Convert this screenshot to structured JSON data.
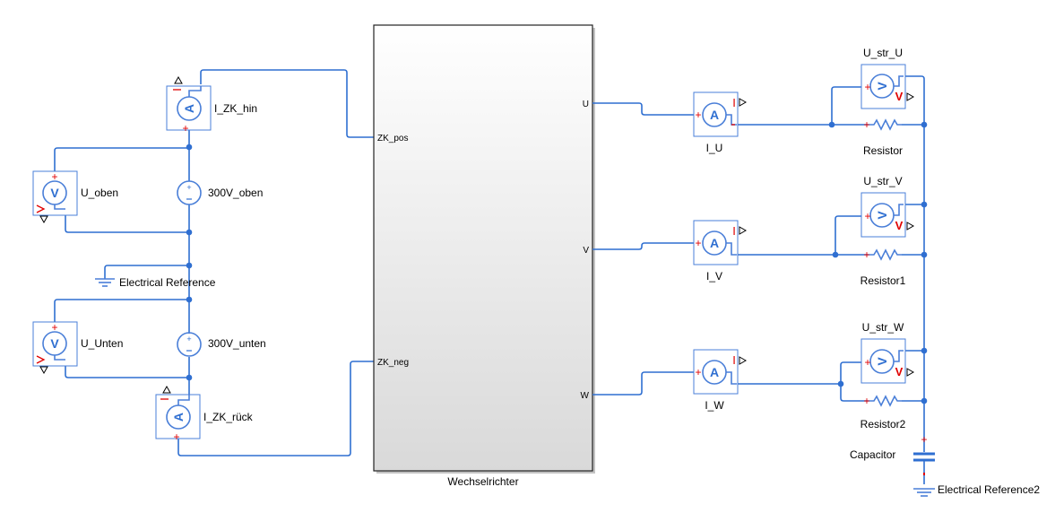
{
  "diagram": {
    "type": "simulink-simscape-model",
    "subsystem": {
      "name": "Wechselrichter",
      "ports_left": [
        "ZK_pos",
        "ZK_neg"
      ],
      "ports_right": [
        "U",
        "V",
        "W"
      ]
    },
    "dc_side": {
      "current_sensors": [
        {
          "name": "I_ZK_hin",
          "symbol": "A"
        },
        {
          "name": "I_ZK_rück",
          "symbol": "A"
        }
      ],
      "voltage_sensors": [
        {
          "name": "U_oben",
          "symbol": "V"
        },
        {
          "name": "U_Unten",
          "symbol": "V"
        }
      ],
      "sources": [
        {
          "name": "300V_oben"
        },
        {
          "name": "300V_unten"
        }
      ],
      "ground": {
        "name": "Electrical Reference"
      }
    },
    "ac_side": {
      "phases": [
        {
          "current_sensor": "I_U",
          "voltage_sensor": "U_str_U",
          "resistor": "Resistor"
        },
        {
          "current_sensor": "I_V",
          "voltage_sensor": "U_str_V",
          "resistor": "Resistor1"
        },
        {
          "current_sensor": "I_W",
          "voltage_sensor": "U_str_W",
          "resistor": "Resistor2"
        }
      ],
      "capacitor": {
        "name": "Capacitor"
      },
      "ground": {
        "name": "Electrical Reference2"
      }
    },
    "symbols": {
      "ammeter": "A",
      "voltmeter": "V",
      "plus": "+",
      "minus": "−",
      "current_port": "I",
      "voltage_port": "V"
    },
    "colors": {
      "wire": "#2f6fd1",
      "block_border": "#4a7fd8",
      "polarity": "#e00000"
    }
  }
}
